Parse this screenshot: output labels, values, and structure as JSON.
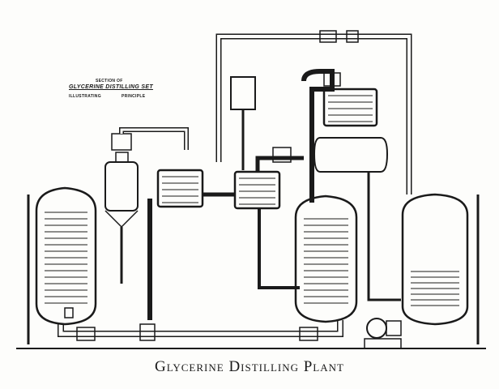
{
  "heading": {
    "line1": "Section of",
    "line2": "Glycerine Distilling Set",
    "line3a": "Illustrating",
    "line3b": "Principle"
  },
  "caption": "Glycerine Distilling Plant",
  "colors": {
    "ink": "#1a1a1a",
    "paper": "#fdfdfb"
  }
}
